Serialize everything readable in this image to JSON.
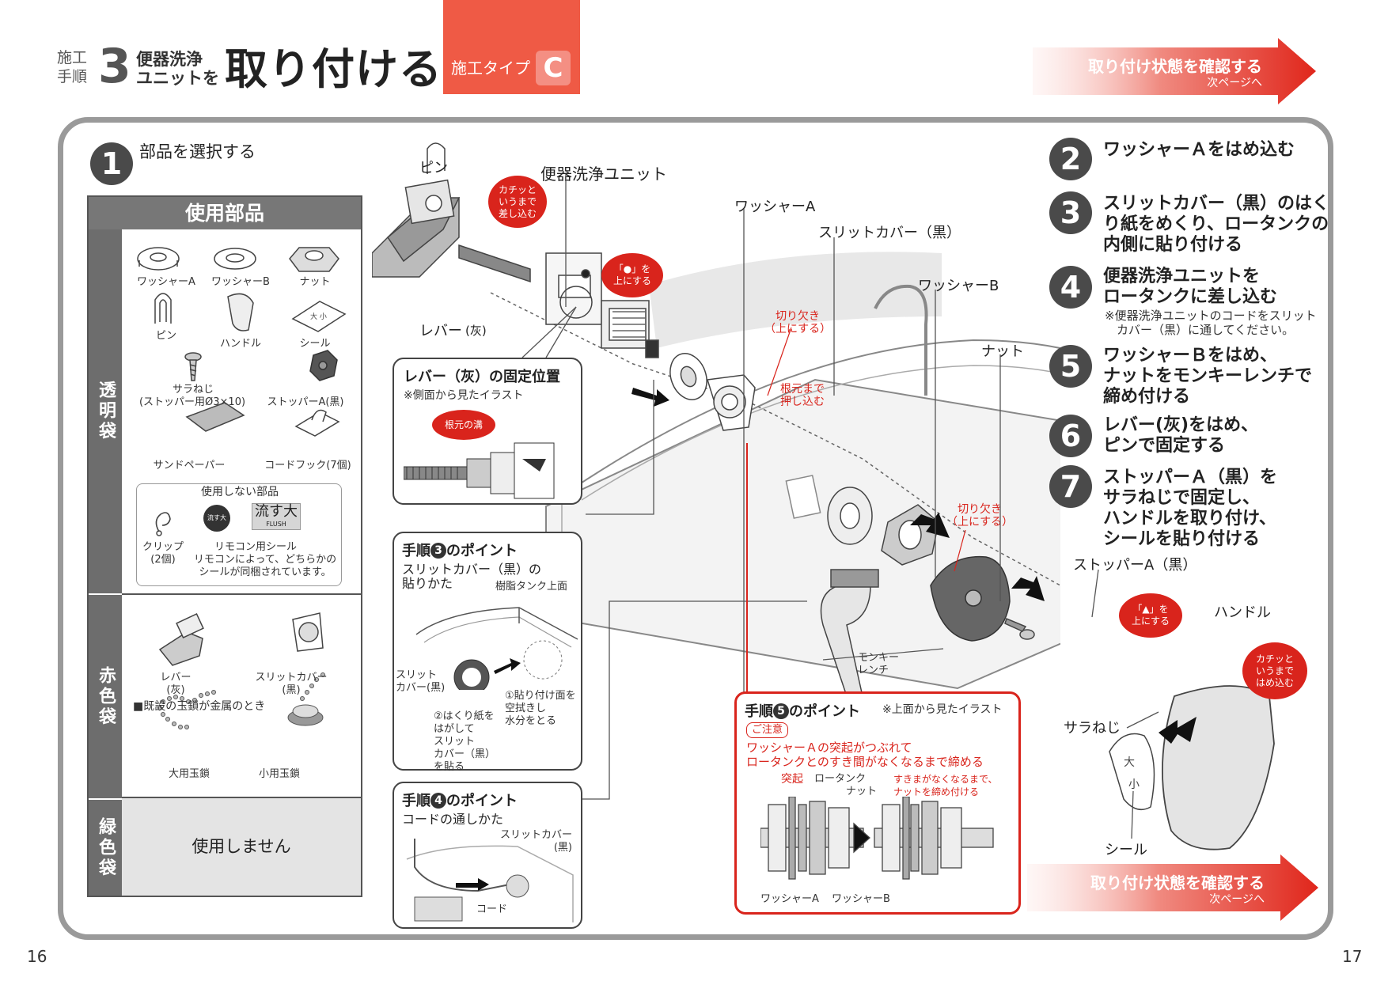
{
  "header": {
    "step_small_1": "施工",
    "step_small_2": "手順",
    "step_number": "3",
    "sub_1": "便器洗浄",
    "sub_2": "ユニットを",
    "title": "取り付ける",
    "type_label": "施工タイプ",
    "type_letter": "C",
    "next_main": "取り付け状態を確認する",
    "next_sub": "次ページへ"
  },
  "step1": {
    "number": "1",
    "text": "部品を選択する"
  },
  "parts_table": {
    "header": "使用部品",
    "bag_clear": "透明袋",
    "bag_red": "赤色袋",
    "bag_green": "緑色袋",
    "clear_parts": [
      "ワッシャーA",
      "ワッシャーB",
      "ナット",
      "ピン",
      "ハンドル",
      "シール",
      "サラねじ",
      "(ストッパー用Ø3×10)",
      "ストッパーA(黒)",
      "サンドペーパー",
      "コードフック(7個)"
    ],
    "unused_title": "使用しない部品",
    "unused_clip": "クリップ",
    "unused_clip_count": "(2個)",
    "unused_remote": "リモコン用シール",
    "unused_note_1": "リモコンによって、どちらかの",
    "unused_note_2": "シールが同梱されています。",
    "sticker_text": "流す大",
    "sticker_sub": "FLUSH",
    "round_sticker": "流す大",
    "red_parts": [
      "レバー",
      "(灰)",
      "スリットカバー",
      "(黒)"
    ],
    "red_note": "■既設の玉鎖が金属のとき",
    "chain_large": "大用玉鎖",
    "chain_small": "小用玉鎖",
    "green_text": "使用しません"
  },
  "diagram": {
    "pin": "ピン",
    "unit": "便器洗浄ユニット",
    "bubble_click": "カチッと\nいうまで\n差し込む",
    "lever": "レバー",
    "lever_sub": "(灰)",
    "bubble_up": "「●」を\n上にする",
    "washer_a": "ワッシャーA",
    "slit_cover": "スリットカバー（黒）",
    "washer_b": "ワッシャーB",
    "nut": "ナット",
    "notch_up_1": "切り欠き\n（上にする）",
    "push_root": "根元まで\n押し込む",
    "notch_up_2": "切り欠き\n（上にする）",
    "monkey": "モンキー\nレンチ",
    "stopper": "ストッパーA（黒）",
    "bubble_tri": "「▲」を\n上にする",
    "handle": "ハンドル",
    "bubble_handle": "カチッと\nいうまで\nはめ込む",
    "screw": "サラねじ",
    "seal": "シール"
  },
  "callout_lever": {
    "title": "レバー（灰）の固定位置",
    "sub": "※側面から見たイラスト",
    "bubble": "根元の溝"
  },
  "callout_step3": {
    "title_prefix": "手順",
    "num": "3",
    "title_suffix": "のポイント",
    "sub_1": "スリットカバー（黒）の",
    "sub_2": "貼りかた",
    "tank_top": "樹脂タンク上面",
    "slit_lbl": "スリット\nカバー(黒)",
    "note_1": "①貼り付け面を\n空拭きし\n水分をとる",
    "note_2": "②はくり紙を\nはがして\nスリット\nカバー（黒）\nを貼る"
  },
  "callout_step4": {
    "title_prefix": "手順",
    "num": "4",
    "title_suffix": "のポイント",
    "sub": "コードの通しかた",
    "slit_lbl": "スリットカバー\n(黒)",
    "cord": "コード"
  },
  "callout_step5": {
    "title_prefix": "手順",
    "num": "5",
    "title_suffix": "のポイント",
    "note": "※上面から見たイラスト",
    "caution": "ご注意",
    "warn_1": "ワッシャーＡの突起がつぶれて",
    "warn_2": "ロータンクとのすき間がなくなるまで締める",
    "lbl_protrusion": "突起",
    "lbl_tank": "ロータンク",
    "lbl_nut": "ナット",
    "lbl_gap": "すきまがなくなるまで、\nナットを締め付ける",
    "lbl_wa": "ワッシャーA",
    "lbl_wb": "ワッシャーB"
  },
  "steps": [
    {
      "num": "2",
      "lines": [
        "ワッシャーＡをはめ込む"
      ]
    },
    {
      "num": "3",
      "lines": [
        "スリットカバー（黒）のはく",
        "り紙をめくり、ロータンクの",
        "内側に貼り付ける"
      ]
    },
    {
      "num": "4",
      "lines": [
        "便器洗浄ユニットを",
        "ロータンクに差し込む"
      ],
      "note": [
        "※便器洗浄ユニットのコードをスリット",
        "　カバー（黒）に通してください。"
      ]
    },
    {
      "num": "5",
      "lines": [
        "ワッシャーＢをはめ、",
        "ナットをモンキーレンチで",
        "締め付ける"
      ]
    },
    {
      "num": "6",
      "lines": [
        "レバー(灰)をはめ、",
        "ピンで固定する"
      ]
    },
    {
      "num": "7",
      "lines": [
        "ストッパーＡ（黒）を",
        "サラねじで固定し、",
        "ハンドルを取り付け、",
        "シールを貼り付ける"
      ]
    }
  ],
  "pages": {
    "left": "16",
    "right": "17"
  },
  "colors": {
    "accent_red": "#d9241c",
    "type_box": "#ef5a45",
    "frame": "#9a9a9a",
    "dark_circle": "#4a4a4a"
  }
}
